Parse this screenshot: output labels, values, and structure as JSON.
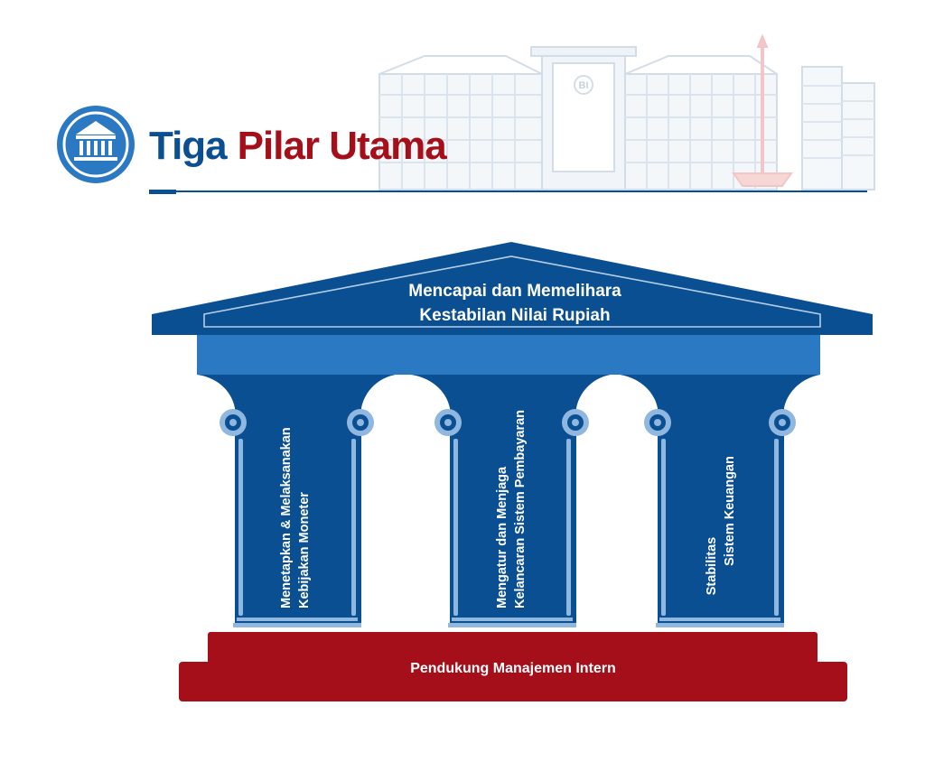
{
  "header": {
    "title_part1": "Tiga",
    "title_part2": "Pilar Utama",
    "logo_icon": "bank-building-icon",
    "bi_emblem": "BI"
  },
  "roof": {
    "line1": "Mencapai dan Memelihara",
    "line2": "Kestabilan Nilai Rupiah"
  },
  "pillars": [
    {
      "line1": "Menetapkan & Melaksanakan",
      "line2": "Kebijakan Moneter"
    },
    {
      "line1": "Mengatur dan Menjaga",
      "line2": "Kelancaran Sistem Pembayaran"
    },
    {
      "line1": "Stabilitas",
      "line2": "Sistem Keuangan"
    }
  ],
  "base": {
    "label": "Pendukung Manajemen Intern"
  },
  "colors": {
    "navy": "#0b4f93",
    "red": "#a50f1a",
    "light_blue": "#2b79c2",
    "pale_blue": "#cfe0f0",
    "accent_blue": "#8fb7df"
  }
}
